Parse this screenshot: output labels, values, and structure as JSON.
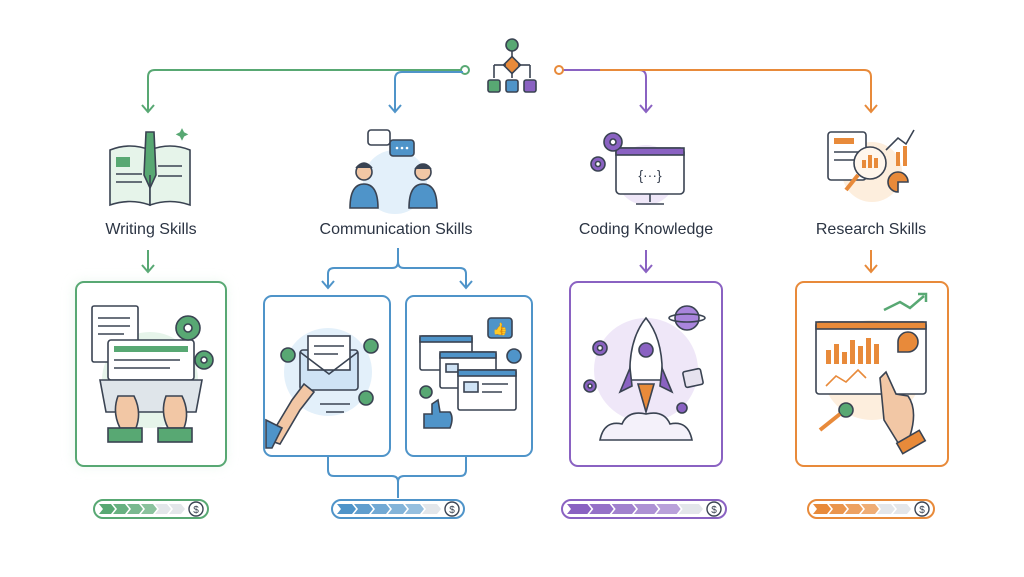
{
  "skills": [
    {
      "id": "writing",
      "label": "Writing Skills",
      "color": "#58a873",
      "light": "#e6f4ea",
      "progress": 0.6
    },
    {
      "id": "communication",
      "label": "Communication Skills",
      "color": "#4f94c9",
      "light": "#e3f0fa",
      "progress": 0.75
    },
    {
      "id": "coding",
      "label": "Coding Knowledge",
      "color": "#8a62c2",
      "light": "#efe7f8",
      "progress": 0.9
    },
    {
      "id": "research",
      "label": "Research Skills",
      "color": "#e88a3a",
      "light": "#fdeedd",
      "progress": 0.6
    }
  ],
  "currency_symbol": "$",
  "icons": {
    "hub": "hierarchy-icon",
    "writing": "book-pen-icon",
    "communication": "people-chat-icon",
    "coding": "monitor-code-icon",
    "research": "report-magnifier-icon"
  }
}
